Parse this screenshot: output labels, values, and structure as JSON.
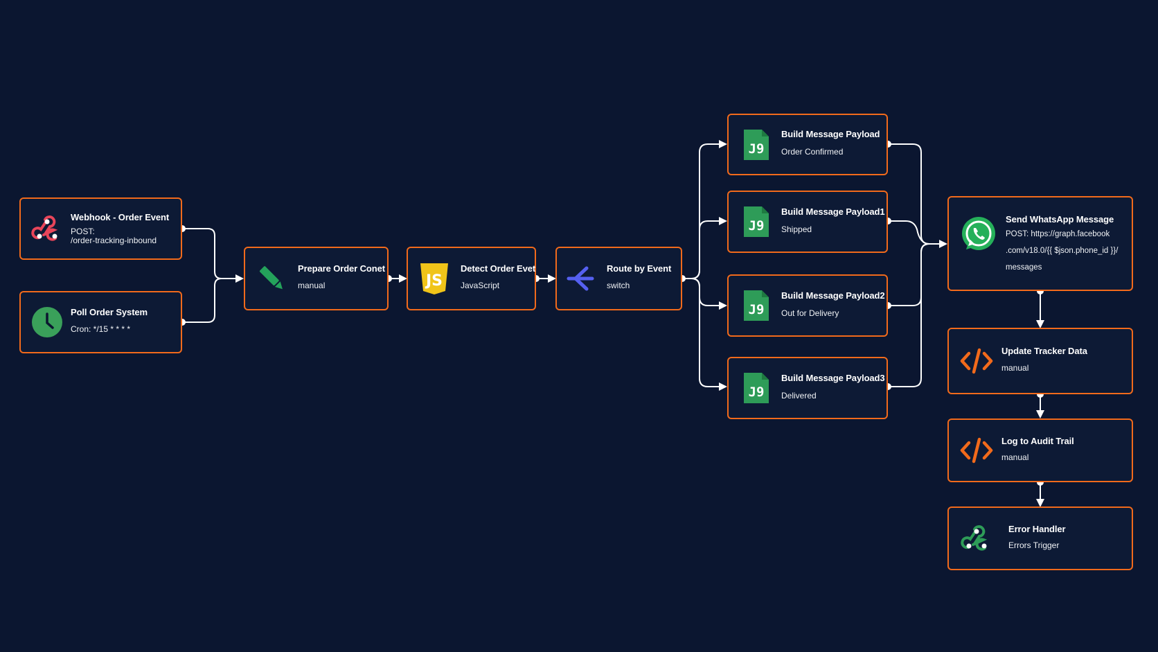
{
  "colors": {
    "background": "#0b1630",
    "node_border": "#f26a1b",
    "edge": "#ffffff",
    "webhook_red": "#e8455a",
    "clock_green": "#3aa05a",
    "pencil_green": "#24a25b",
    "js_yellow": "#f0c419",
    "switch_blue": "#5560f0",
    "sheet_green": "#2e9c58",
    "whatsapp_green": "#25b05a",
    "code_orange": "#f26a1b"
  },
  "nodes": {
    "webhook": {
      "title": "Webhook - Order Event",
      "sub": "POST:\n/order-tracking-inbound",
      "icon": "webhook-icon"
    },
    "poll": {
      "title": "Poll Order System",
      "sub": "Cron: */15 * * * *",
      "icon": "clock-icon"
    },
    "prepare": {
      "title": "Prepare Order Conet",
      "sub": "manual",
      "icon": "pencil-icon"
    },
    "detect": {
      "title": "Detect Order Evet",
      "sub": "JavaScript",
      "icon": "js-icon"
    },
    "route": {
      "title": "Route by Event",
      "sub": "switch",
      "icon": "switch-icon"
    },
    "payload0": {
      "title": "Build Message Payload",
      "sub": "Order Confirmed",
      "icon": "spreadsheet-icon"
    },
    "payload1": {
      "title": "Build Message Payload1",
      "sub": "Shipped",
      "icon": "spreadsheet-icon"
    },
    "payload2": {
      "title": "Build Message Payload2",
      "sub": "Out for Delivery",
      "icon": "spreadsheet-icon"
    },
    "payload3": {
      "title": "Build Message Payload3",
      "sub": "Delivered",
      "icon": "spreadsheet-icon"
    },
    "whatsapp": {
      "title": "Send WhatsApp Message",
      "sub": "POST: https://graph.facebook\n.com/v18.0/{{ $json.phone_id }}/\nmessages",
      "icon": "whatsapp-icon"
    },
    "tracker": {
      "title": "Update Tracker Data",
      "sub": "manual",
      "icon": "code-icon"
    },
    "audit": {
      "title": "Log to Audit Trail",
      "sub": "manual",
      "icon": "code-icon"
    },
    "error": {
      "title": "Error Handler",
      "sub": "Errors Trigger",
      "icon": "webhook-icon"
    }
  }
}
